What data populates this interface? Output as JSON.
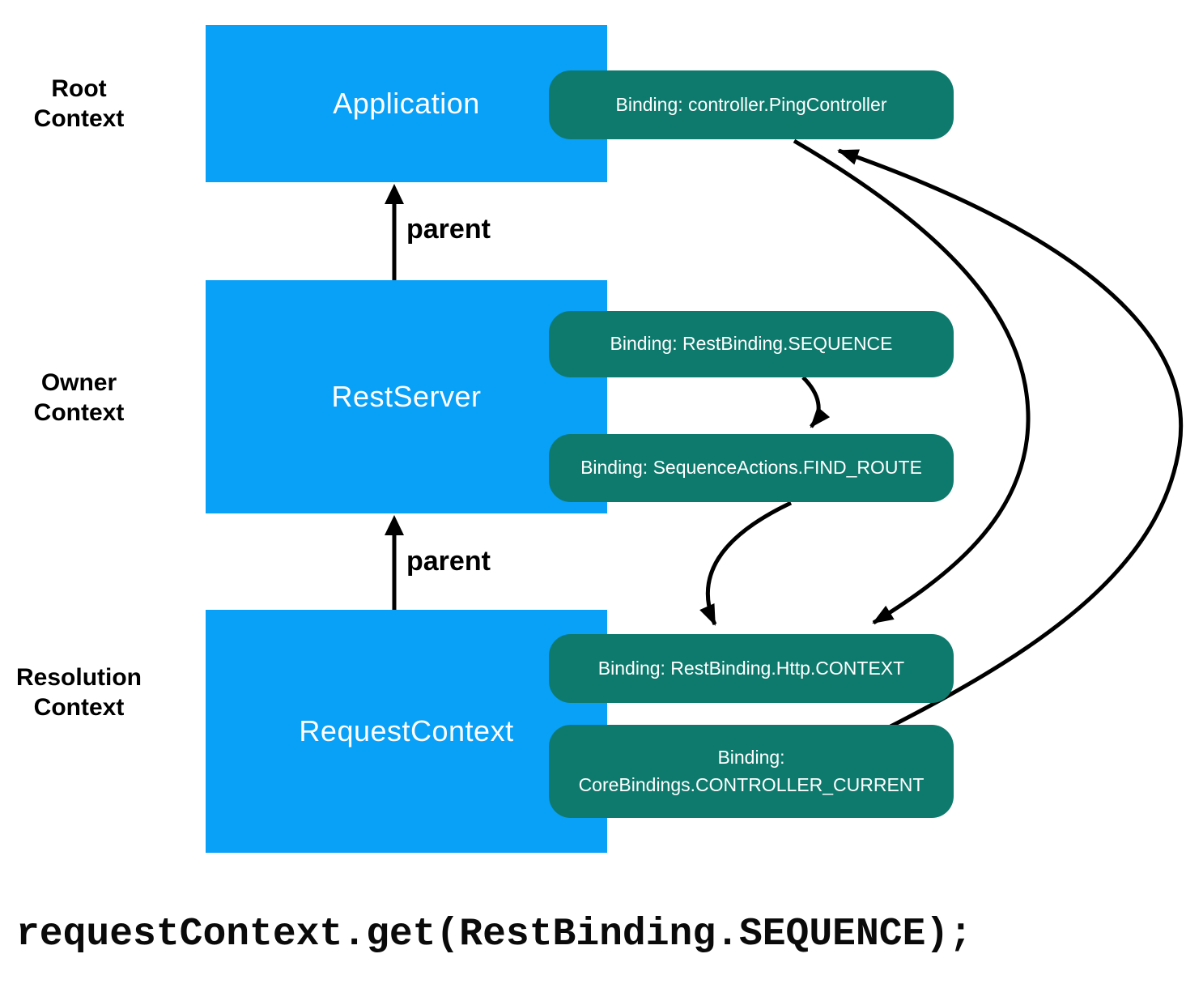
{
  "diagram": {
    "row_labels": [
      {
        "lines": [
          "Root",
          "Context"
        ]
      },
      {
        "lines": [
          "Owner",
          "Context"
        ]
      },
      {
        "lines": [
          "Resolution",
          "Context"
        ]
      }
    ],
    "context_boxes": [
      {
        "label": "Application"
      },
      {
        "label": "RestServer"
      },
      {
        "label": "RequestContext"
      }
    ],
    "binding_pills": [
      {
        "label": "Binding: controller.PingController"
      },
      {
        "label": "Binding: RestBinding.SEQUENCE"
      },
      {
        "label": "Binding: SequenceActions.FIND_ROUTE"
      },
      {
        "label": "Binding: RestBinding.Http.CONTEXT"
      },
      {
        "label": "Binding: CoreBindings.CONTROLLER_CURRENT"
      }
    ],
    "edge_labels": [
      {
        "text": "parent"
      },
      {
        "text": "parent"
      }
    ],
    "colors": {
      "context_box": "#09a0f8",
      "binding_pill": "#0e7a6d",
      "arrow": "#000000",
      "box_text": "#ffffff",
      "label_text": "#000000"
    }
  },
  "code_line": "requestContext.get(RestBinding.SEQUENCE);"
}
